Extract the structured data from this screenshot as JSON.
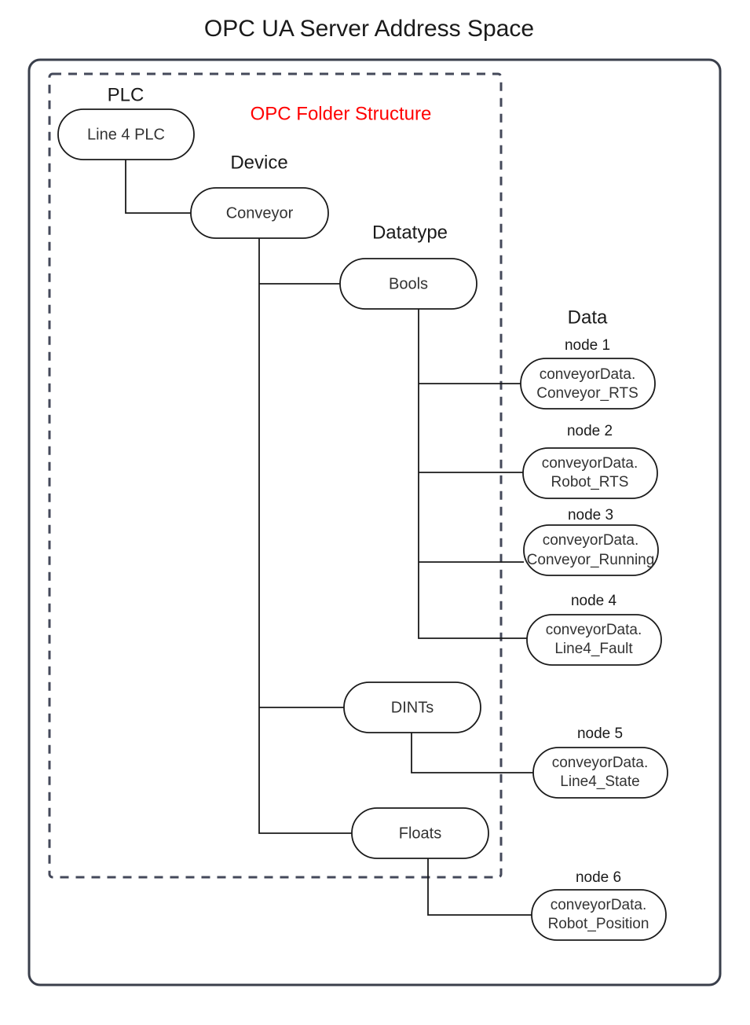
{
  "diagram": {
    "title": "OPC UA Server Address Space",
    "subtitle": "OPC Folder Structure",
    "type": "tree-hierarchy",
    "group_labels": {
      "plc": "PLC",
      "device": "Device",
      "datatype": "Datatype",
      "data": "Data"
    },
    "nodes": {
      "plc": {
        "label": "Line 4 PLC"
      },
      "device": {
        "label": "Conveyor"
      },
      "bools": {
        "label": "Bools"
      },
      "dints": {
        "label": "DINTs"
      },
      "floats": {
        "label": "Floats"
      },
      "node1": {
        "caption": "node 1",
        "line1": "conveyorData.",
        "line2": "Conveyor_RTS"
      },
      "node2": {
        "caption": "node 2",
        "line1": "conveyorData.",
        "line2": "Robot_RTS"
      },
      "node3": {
        "caption": "node 3",
        "line1": "conveyorData.",
        "line2": "Conveyor_Running"
      },
      "node4": {
        "caption": "node 4",
        "line1": "conveyorData.",
        "line2": "Line4_Fault"
      },
      "node5": {
        "caption": "node 5",
        "line1": "conveyorData.",
        "line2": "Line4_State"
      },
      "node6": {
        "caption": "node 6",
        "line1": "conveyorData.",
        "line2": "Robot_Position"
      }
    },
    "colors": {
      "subtitle": "#ff0000",
      "frame": "#3a3f4b",
      "node_stroke": "#1a1a1a",
      "text": "#333333",
      "background": "#ffffff"
    }
  }
}
